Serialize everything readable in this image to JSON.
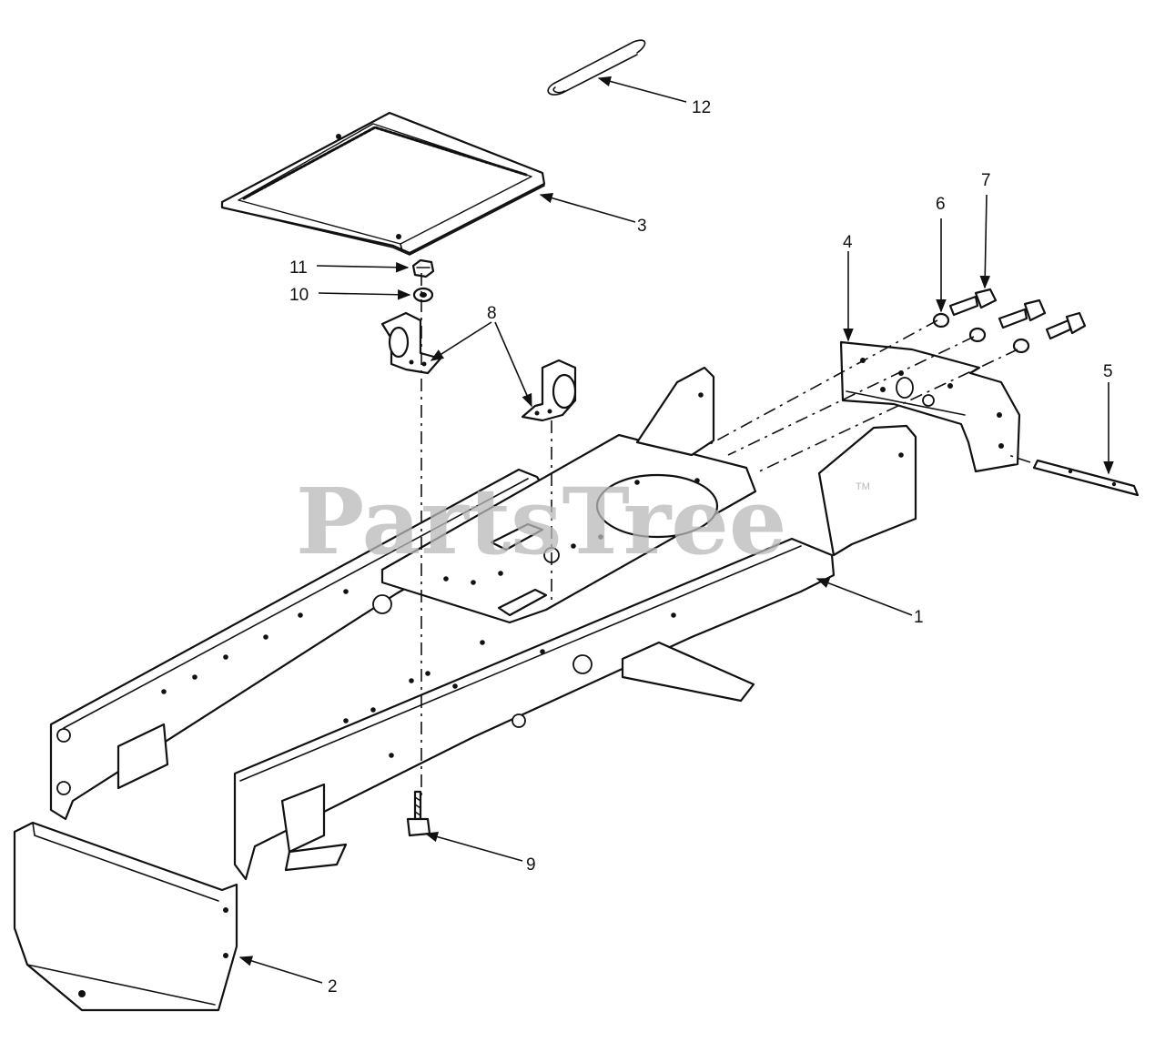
{
  "diagram": {
    "watermark": "PartsTree",
    "watermark_tm": "TM",
    "callouts": [
      {
        "id": "1",
        "label": "1"
      },
      {
        "id": "2",
        "label": "2"
      },
      {
        "id": "3",
        "label": "3"
      },
      {
        "id": "4",
        "label": "4"
      },
      {
        "id": "5",
        "label": "5"
      },
      {
        "id": "6",
        "label": "6"
      },
      {
        "id": "7",
        "label": "7"
      },
      {
        "id": "8",
        "label": "8"
      },
      {
        "id": "9",
        "label": "9"
      },
      {
        "id": "10",
        "label": "10"
      },
      {
        "id": "11",
        "label": "11"
      },
      {
        "id": "12",
        "label": "12"
      }
    ]
  }
}
